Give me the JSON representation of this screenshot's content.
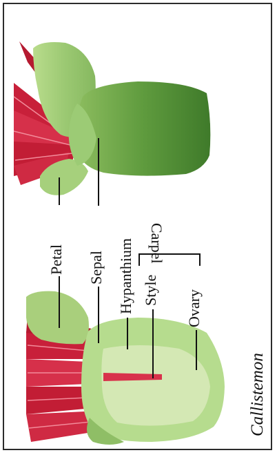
{
  "labels": {
    "petal": "Petal",
    "sepal": "Sepal",
    "hypanthium": "Hypanthium",
    "style": "Style",
    "ovary": "Ovary",
    "carpel": "Carpel",
    "genus": "Callistemon"
  },
  "colors": {
    "stamen_red": "#c8203a",
    "bud_green": "#5d9a3c",
    "light_green": "#a9cf7c",
    "pale_green": "#d4e8b4"
  }
}
